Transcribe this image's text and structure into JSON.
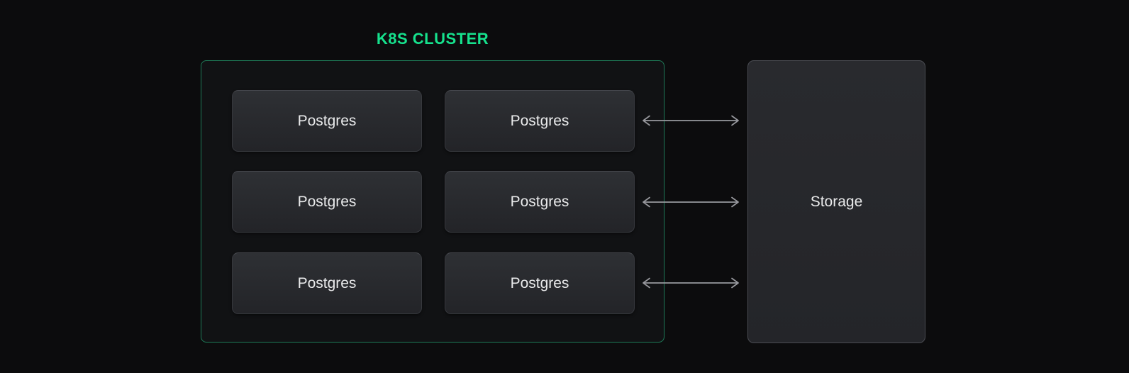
{
  "colors": {
    "page_bg": "#0c0c0d",
    "accent_green": "#16e28d",
    "cluster_border": "#1e7b58",
    "cluster_bg": "#111214",
    "node_bg_top": "#2e3034",
    "node_bg_bottom": "#232428",
    "node_border": "#36383d",
    "node_border_top": "#46484e",
    "node_text": "#e9eaeb",
    "storage_border": "#4a4c52",
    "storage_bg_top": "#292a2e",
    "storage_bg_bottom": "#242529",
    "arrow": "#98999e"
  },
  "cluster": {
    "title": "K8S CLUSTER",
    "nodes": [
      {
        "label": "Postgres"
      },
      {
        "label": "Postgres"
      },
      {
        "label": "Postgres"
      },
      {
        "label": "Postgres"
      },
      {
        "label": "Postgres"
      },
      {
        "label": "Postgres"
      }
    ]
  },
  "storage": {
    "label": "Storage"
  },
  "arrows": {
    "style": "double-headed",
    "count": 3
  }
}
